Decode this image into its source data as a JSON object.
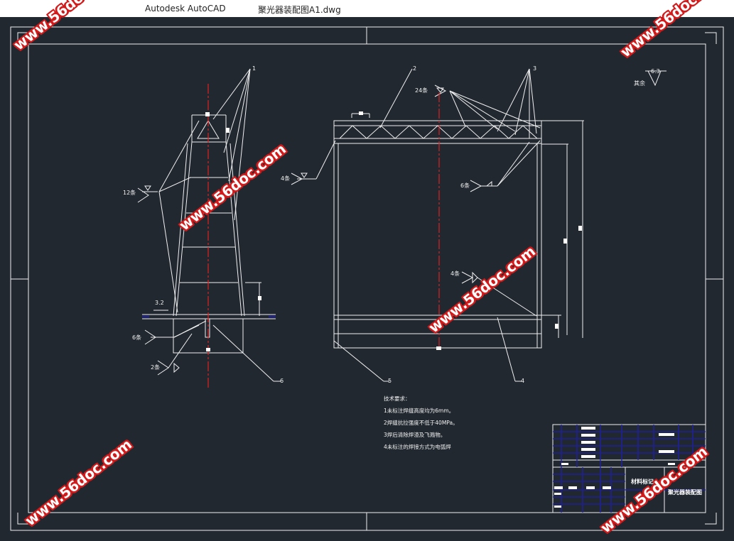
{
  "window": {
    "app_name": "Autodesk AutoCAD",
    "document_name": "聚光器装配图A1.dwg"
  },
  "colors": {
    "background": "#212830",
    "lines": "#f0f0f0",
    "centerline": "#e02020",
    "title_block": "#1e1ea8",
    "watermark": "#d41a1a"
  },
  "watermark": {
    "text": "www.56doc.com"
  },
  "drawing": {
    "part_labels": {
      "p1": "1",
      "p2": "2",
      "p3": "3",
      "p4": "4",
      "p5": "5",
      "p6": "6"
    },
    "weld_labels": {
      "w12": "12条",
      "w6_left": "6条",
      "w2": "2条",
      "w24": "24条",
      "w4_left": "4条",
      "w6_right": "6条",
      "w4_mid": "4条"
    },
    "roughness": {
      "other_label": "其余",
      "other_value": "6.3",
      "small_value": "3.2"
    }
  },
  "tech_notes": {
    "heading": "技术要求：",
    "items": [
      "1未标注焊缝高度均为6mm。",
      "2焊缝抗拉强度不低于40MPa。",
      "3焊后清除焊渣及飞溅物。",
      "4未标注的焊接方式为电弧焊"
    ]
  },
  "title_block": {
    "material_mark": "材料标记",
    "drawing_title": "聚光器装配图"
  }
}
